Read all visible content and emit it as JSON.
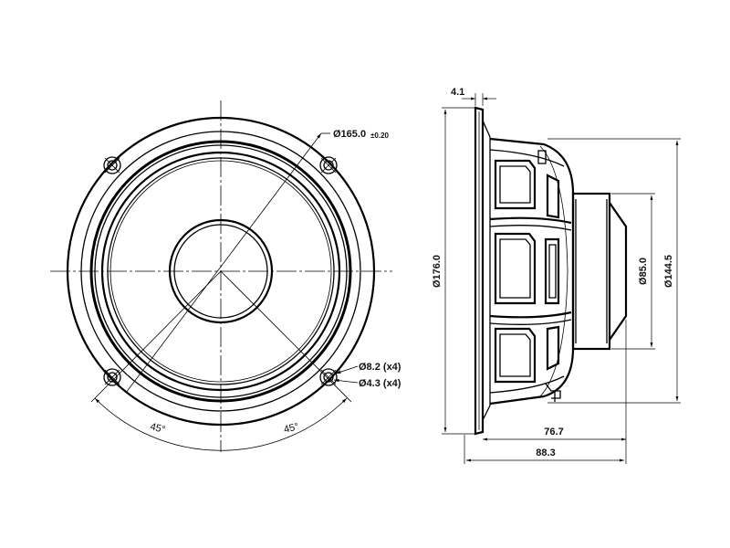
{
  "dimensions": {
    "baffle_diameter": "Ø165.0",
    "baffle_tolerance": "±0.20",
    "hole_outer": "Ø8.2 (x4)",
    "hole_inner": "Ø4.3 (x4)",
    "angle_left": "45°",
    "angle_right": "45°",
    "flange_thickness": "4.1",
    "frame_diameter": "Ø176.0",
    "magnet_diameter": "Ø85.0",
    "basket_diameter": "Ø144.5",
    "mount_depth": "76.7",
    "total_depth": "88.3"
  }
}
